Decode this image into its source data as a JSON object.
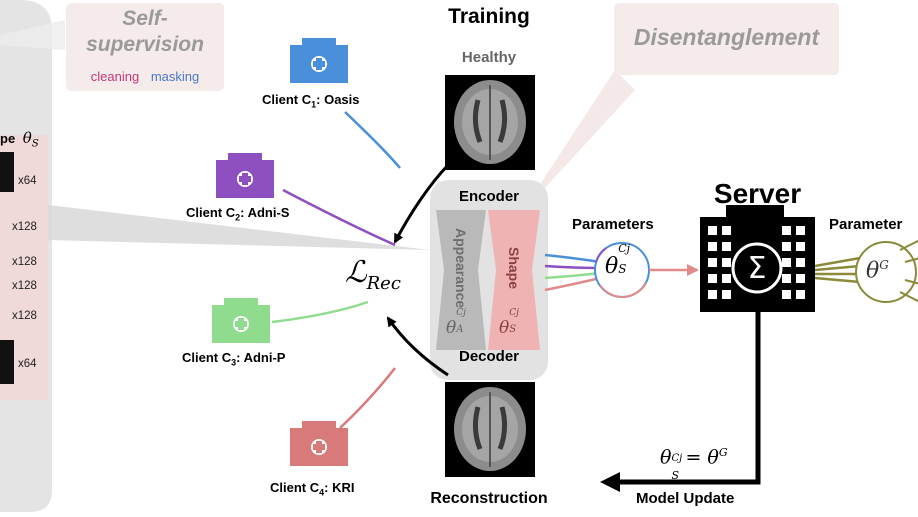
{
  "self_supervision": {
    "title": "Self-\nsupervision",
    "legend": [
      {
        "label": "cleaning",
        "color": "#c7387a"
      },
      {
        "label": "masking",
        "color": "#4a78c8"
      }
    ]
  },
  "disentanglement": "Disentanglement",
  "training_title": "Training",
  "healthy_label": "Healthy",
  "encoder_label": "Encoder",
  "decoder_label": "Decoder",
  "reconstruction_label": "Reconstruction",
  "appearance_label": "Appearance",
  "shape_label": "Shape",
  "theta_appearance": "θ",
  "theta_appearance_sup": "Cj",
  "theta_appearance_sub": "A",
  "theta_shape": "θ",
  "theta_shape_sup": "Cj",
  "theta_shape_sub": "S",
  "loss": "ℒ",
  "loss_sub": "Rec",
  "parameters_left": "Parameters",
  "parameters_right": "Parameter",
  "server_label": "Server",
  "sum_symbol": "Σ",
  "theta_cs": "θ",
  "theta_cs_sup": "Cj",
  "theta_cs_sub": "S",
  "theta_global": "θ",
  "theta_global_sup": "G",
  "model_update_label": "Model Update",
  "model_update_eq": "θ",
  "model_update_eq_sup": "Cj",
  "model_update_eq_sub": "S",
  "model_update_eq_rhs": "= θ",
  "model_update_eq_rhs_sup": "G",
  "clients": [
    {
      "name": "Client C",
      "sub": "1",
      "site": ": Oasis",
      "color": "#4a8fd9"
    },
    {
      "name": "Client C",
      "sub": "2",
      "site": ": Adni-S",
      "color": "#8e4fc0"
    },
    {
      "name": "Client C",
      "sub": "3",
      "site": ": Adni-P",
      "color": "#8fdc8f"
    },
    {
      "name": "Client C",
      "sub": "4",
      "site": ": KRI",
      "color": "#d97a7a"
    }
  ],
  "left_panel": {
    "header": "pe",
    "theta": "θ",
    "theta_sub": "S",
    "sizes": [
      "x64",
      "x128",
      "x128",
      "x128",
      "x128",
      "x64"
    ]
  },
  "colors": {
    "shape_fill": "#f0b3b3",
    "appearance_fill": "#b9b9b9",
    "gray_panel": "#e4e4e4",
    "pink_panel": "#f5ebeb",
    "global_olive": "#8a8a3a"
  }
}
